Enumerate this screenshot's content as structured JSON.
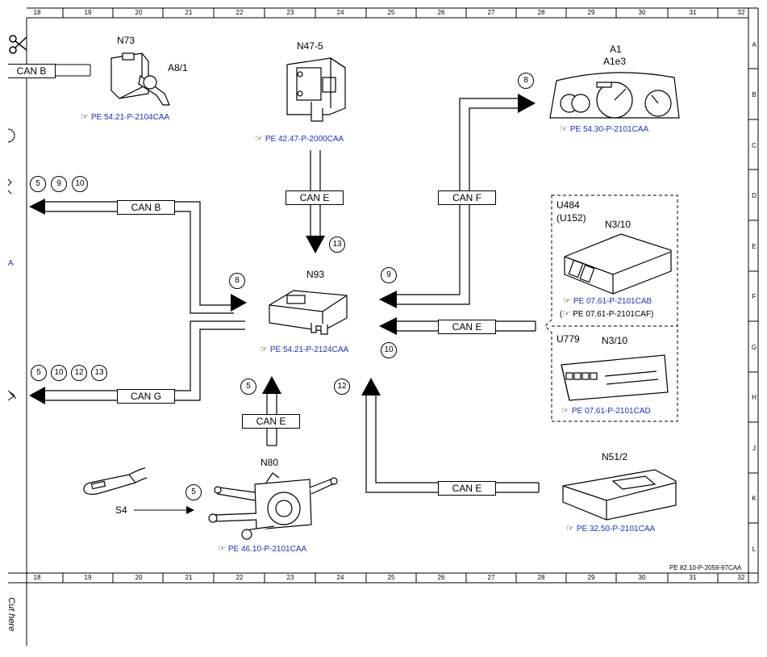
{
  "ruler": {
    "columns": [
      "18",
      "19",
      "20",
      "21",
      "22",
      "23",
      "24",
      "25",
      "26",
      "27",
      "28",
      "29",
      "30",
      "31",
      "32"
    ],
    "rows": [
      "A",
      "B",
      "C",
      "D",
      "E",
      "F",
      "G",
      "H",
      "J",
      "K",
      "L"
    ]
  },
  "components": {
    "n73": "N73",
    "a8_1": "A8/1",
    "n47_5": "N47-5",
    "a1": "A1",
    "a1e3": "A1e3",
    "n93": "N93",
    "u484": "U484",
    "u152": "(U152)",
    "n3_10_a": "N3/10",
    "u779": "U779",
    "n3_10_b": "N3/10",
    "n80": "N80",
    "s4": "S4",
    "n51_2": "N51/2"
  },
  "refs": {
    "hand": "☞",
    "n73": "PE 54.21-P-2104CAA",
    "n47_5": "PE 42.47-P-2000CAA",
    "a1": "PE 54.30-P-2101CAA",
    "n93": "PE 54.21-P-2124CAA",
    "n3_10_cab": "PE 07.61-P-2101CAB",
    "n3_10_caf": "PE 07.61-P-2101CAF)",
    "n3_10_caf_open": "(",
    "n3_10_cad": "PE 07.61-P-2101CAD",
    "n80": "PE 46.10-P-2101CAA",
    "n51_2": "PE 32.50-P-2101CAA",
    "doc": "PE 82.10-P-2059-97CAA"
  },
  "can": {
    "b_top": "CAN B",
    "b": "CAN B",
    "g": "CAN G",
    "e_n47": "CAN E",
    "f": "CAN F",
    "e_ecu": "CAN E",
    "e_n80": "CAN E",
    "e_n51": "CAN E"
  },
  "circles": {
    "c5a": "5",
    "c9a": "9",
    "c10a": "10",
    "c8a": "8",
    "c13a": "13",
    "c8b": "8",
    "c9b": "9",
    "c10b": "10",
    "c5b": "5",
    "c10c": "10",
    "c12a": "12",
    "c13b": "13",
    "c5c": "5",
    "c12b": "12",
    "c5d": "5"
  },
  "edge": {
    "left_blue": "A",
    "cut_here": "Cut here"
  }
}
